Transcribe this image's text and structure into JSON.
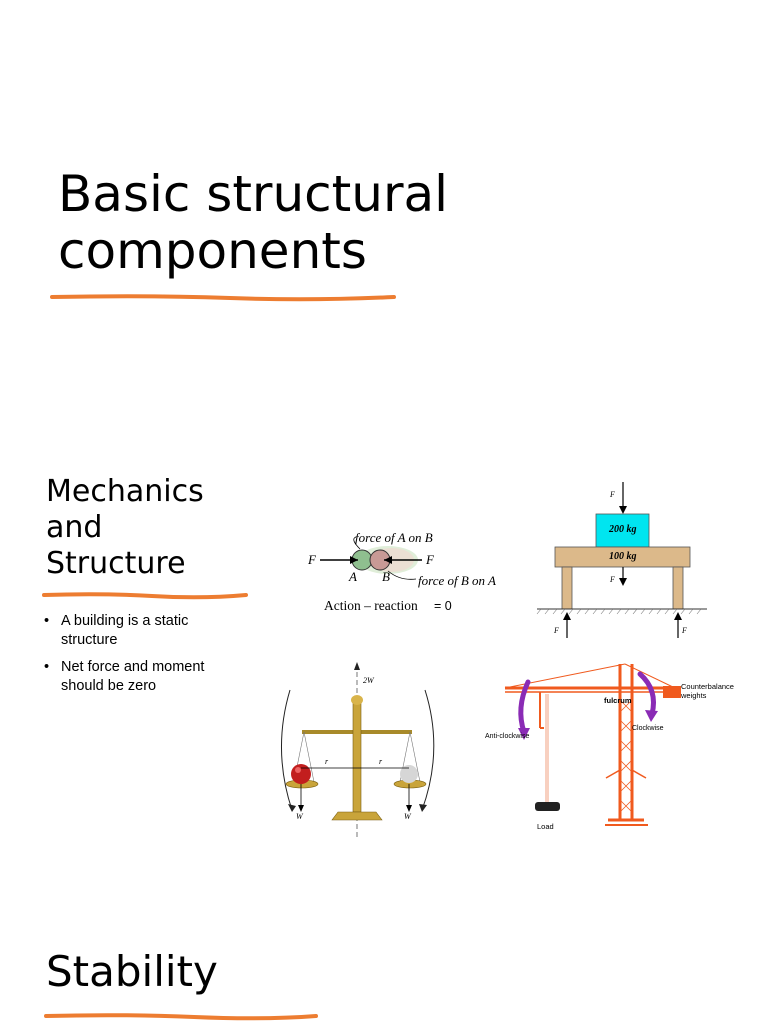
{
  "slide1": {
    "title_line1": "Basic structural",
    "title_line2": "components"
  },
  "slide2": {
    "title_line1": "Mechanics",
    "title_line2": "and",
    "title_line3": "Structure",
    "bullets": [
      "A building is a static structure",
      "Net force and moment should be zero"
    ],
    "bullet_char": "•"
  },
  "action_diagram": {
    "force_a_on_b": "force of A on B",
    "force_b_on_a": "force of B on A",
    "label_f": "F",
    "label_a": "A",
    "label_b": "B",
    "equation": "Action – reaction",
    "equals": "= 0"
  },
  "table_diagram": {
    "top_mass": "200 kg",
    "table_mass": "100 kg",
    "f_top": "F",
    "f_mid": "F",
    "f_left": "F",
    "f_right": "F",
    "block_color": "#00e5f0",
    "table_color": "#dcb98a"
  },
  "balance_diagram": {
    "top_load": "2W",
    "left_r": "r",
    "right_r": "r",
    "left_w": "W",
    "right_w": "W"
  },
  "crane_diagram": {
    "counterbalance": "Counterbalance weights",
    "fulcrum": "fulcrum",
    "anticlockwise": "Anti-clockwise",
    "clockwise": "Clockwise",
    "load": "Load",
    "crane_color": "#f05a1e",
    "arrow_color": "#8a2bb5"
  },
  "slide3": {
    "title": "Stability"
  },
  "accent_color": "#ed7d31"
}
